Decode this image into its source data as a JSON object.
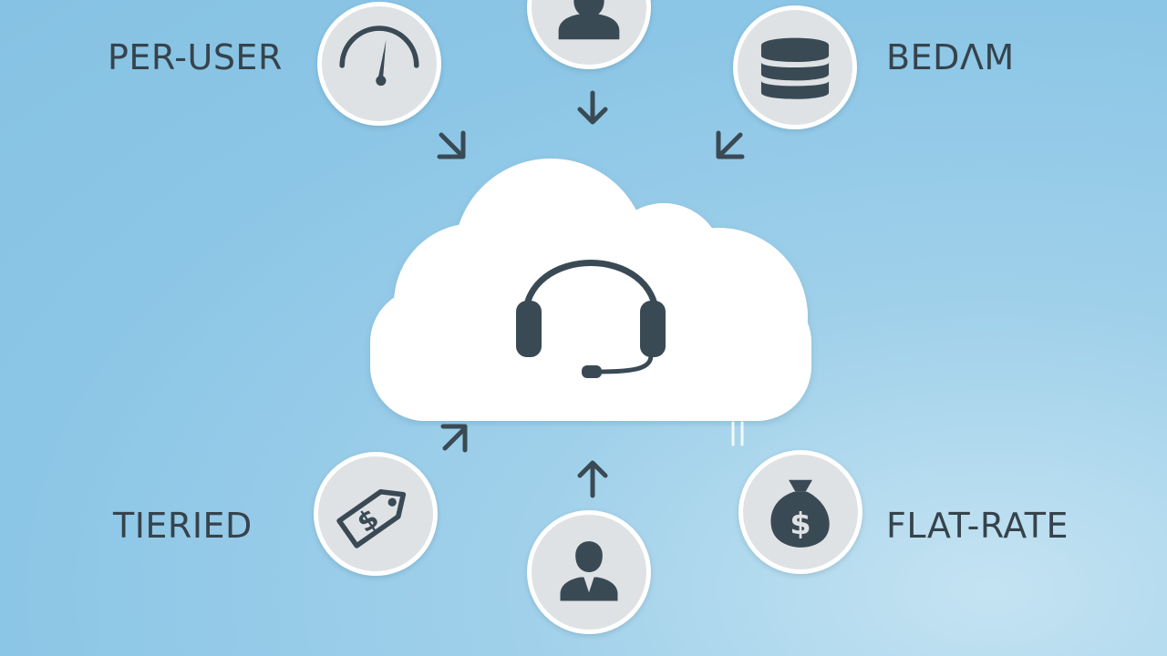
{
  "colors": {
    "background": "#8cc6e6",
    "node_fill": "#dfe2e4",
    "node_border": "#ffffff",
    "icon": "#3a4a55",
    "text": "#36434c",
    "cloud": "#ffffff"
  },
  "center": {
    "icon": "headset-icon"
  },
  "nodes": [
    {
      "id": "per-user",
      "label": "PER-USER",
      "icon": "gauge-icon"
    },
    {
      "id": "top-user",
      "label": "",
      "icon": "user-icon"
    },
    {
      "id": "bedm",
      "label": "BEDΛM",
      "icon": "database-icon"
    },
    {
      "id": "tiered",
      "label": "TIERIED",
      "icon": "price-tag-icon"
    },
    {
      "id": "bottom-user",
      "label": "",
      "icon": "user-icon"
    },
    {
      "id": "flat-rate",
      "label": "FLAT-RATE",
      "icon": "money-bag-icon"
    }
  ]
}
